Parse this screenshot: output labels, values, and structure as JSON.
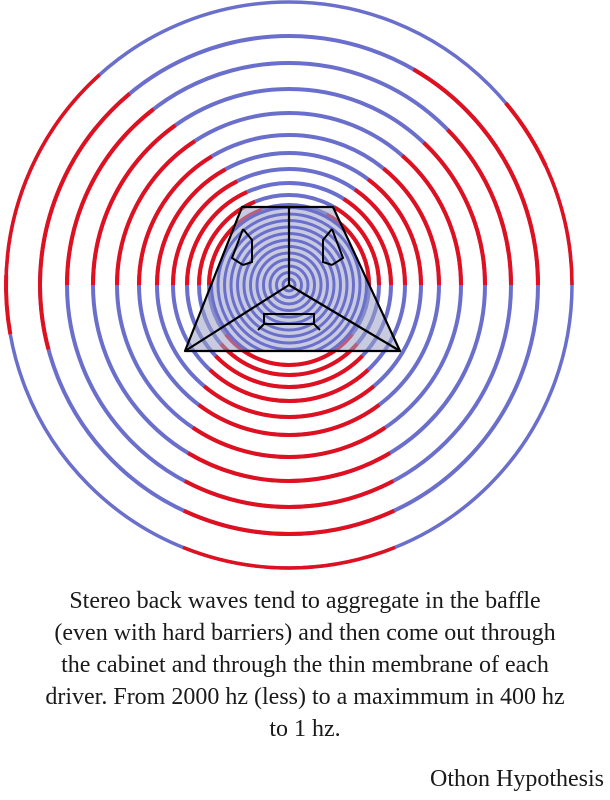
{
  "caption": {
    "lines": [
      "Stereo back waves tend to aggregate in the baffle",
      "(even with hard barriers) and then come out through",
      "the cabinet and through the thin membrane of  each",
      "driver. From 2000 hz (less) to a maximmum in 400 hz",
      "to 1 hz."
    ]
  },
  "author": "Othon Hypothesis",
  "colors": {
    "wave_blue": "#6b6fcc",
    "wave_red": "#e0101f",
    "cabinet_fill": "#9aa0c6",
    "outline": "#000000"
  },
  "icons": {
    "driver_icon": "speaker-driver-icon"
  }
}
